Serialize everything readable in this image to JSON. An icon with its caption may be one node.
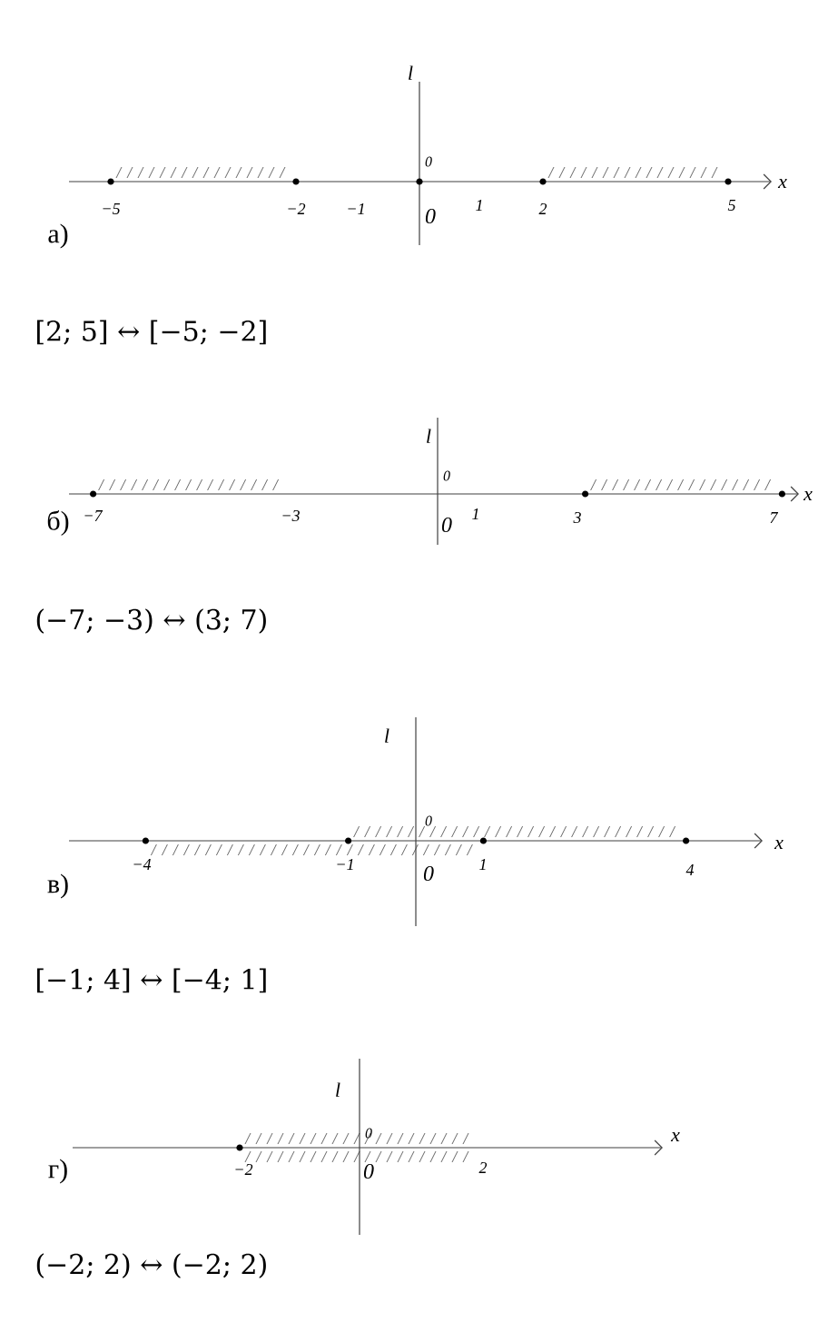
{
  "diagram": {
    "labels": [
      "l",
      "0",
      "x",
      "−5",
      "−2",
      "−1",
      "0",
      "1",
      "2",
      "5",
      "а)",
      "[2; 5] ↔ [−5; −2]",
      "l",
      "0",
      "x",
      "−7",
      "−3",
      "0",
      "1",
      "3",
      "7",
      "б)",
      "(−7; −3) ↔ (3; 7)",
      "l",
      "0",
      "x",
      "−4",
      "−1",
      "0",
      "1",
      "4",
      "в)",
      "[−1; 4] ↔ [−4; 1]",
      "l",
      "0",
      "x",
      "−2",
      "0",
      "2",
      "г)",
      "(−2; 2) ↔ (−2; 2)"
    ]
  }
}
